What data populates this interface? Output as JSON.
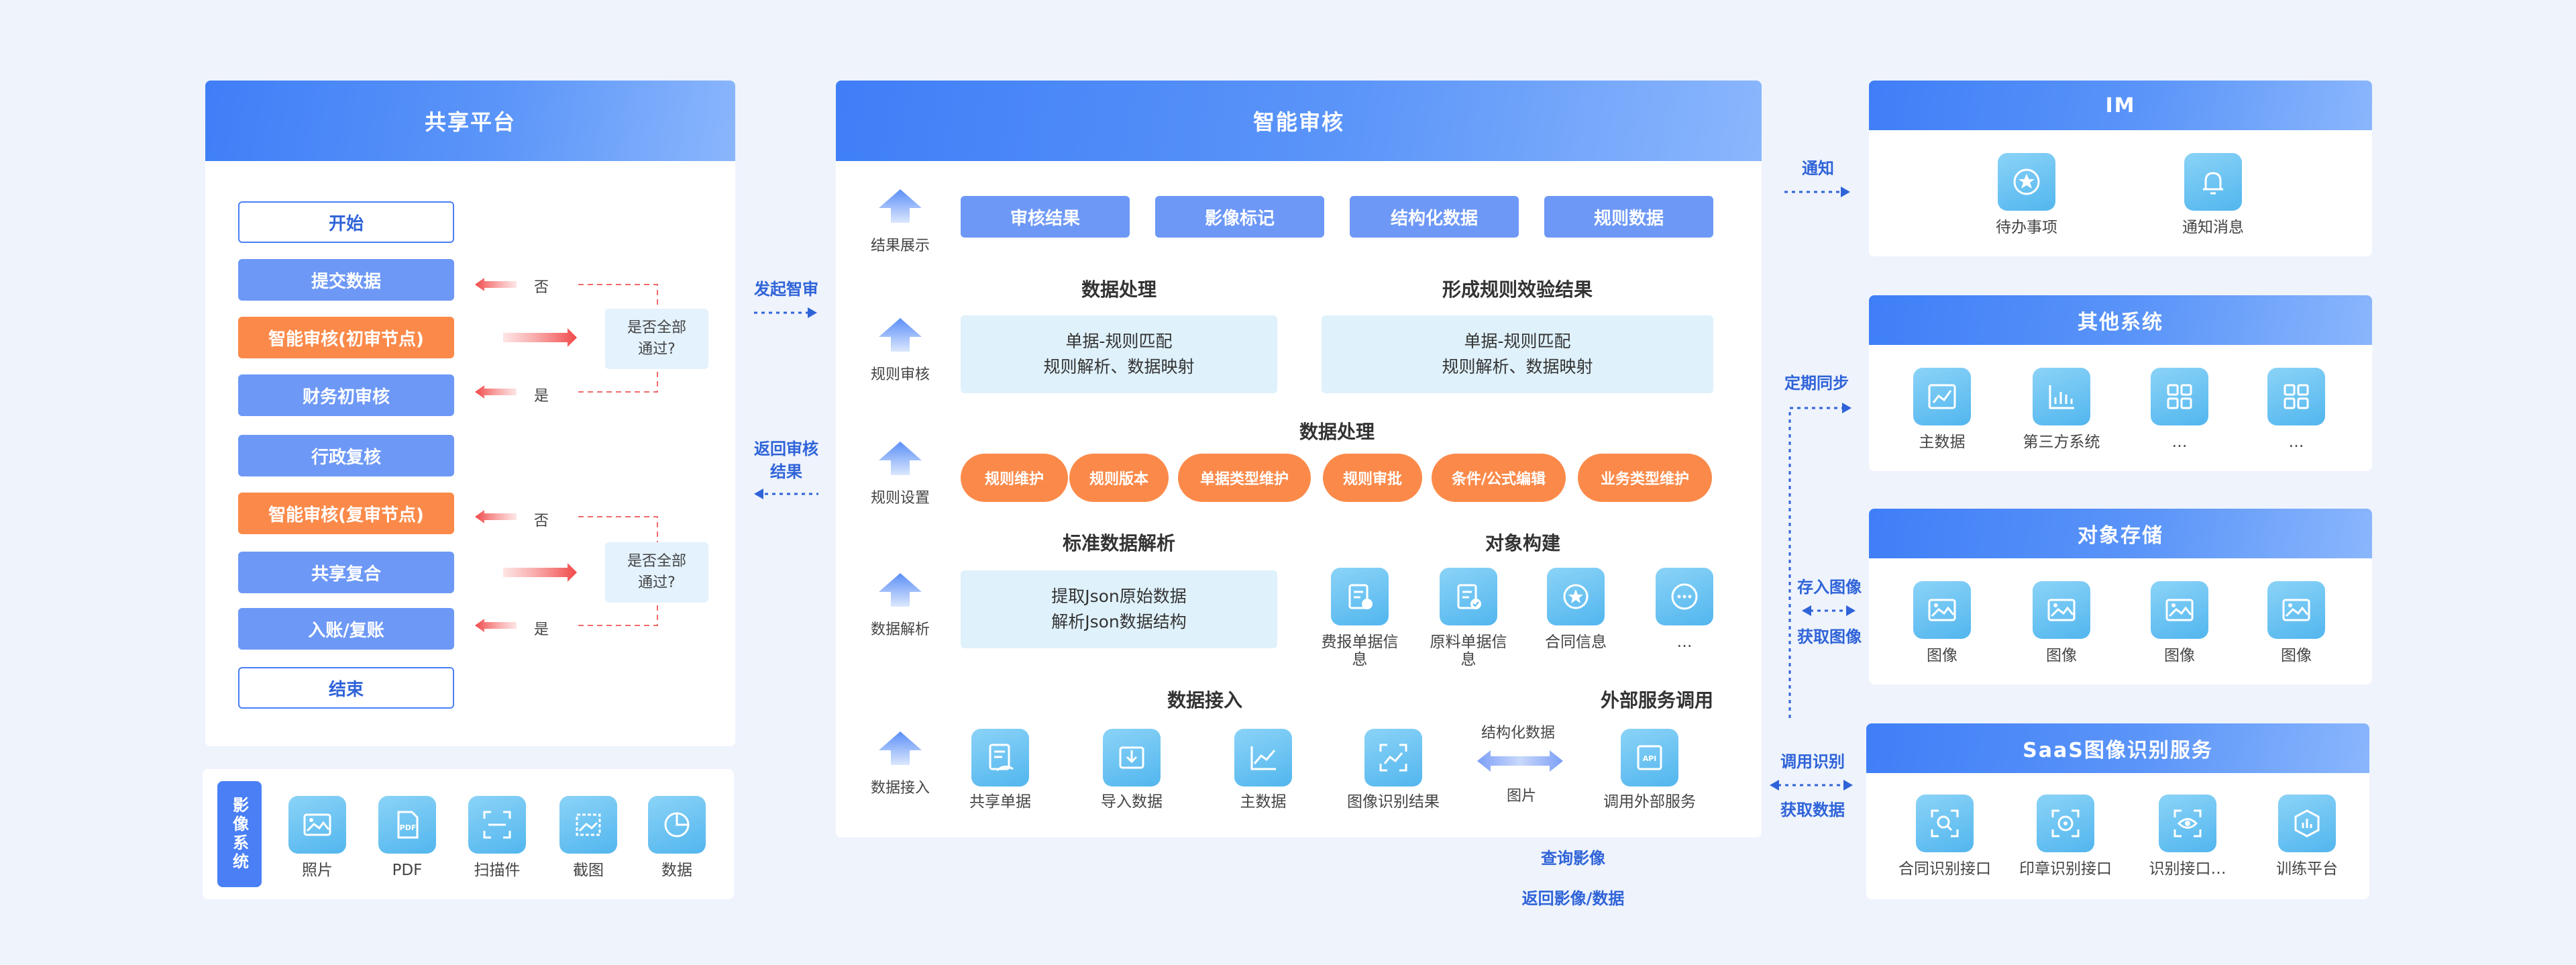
{
  "panels": {
    "share": {
      "title": "共享平台"
    },
    "audit": {
      "title": "智能审核"
    },
    "im": {
      "title": "IM"
    },
    "other": {
      "title": "其他系统"
    },
    "storage": {
      "title": "对象存储"
    },
    "saas": {
      "title": "SaaS图像识别服务"
    }
  },
  "flow": {
    "start": "开始",
    "submit": "提交数据",
    "ai_first": "智能审核(初审节点)",
    "fin_first": "财务初审核",
    "admin_review": "行政复核",
    "ai_second": "智能审核(复审节点)",
    "share_review": "共享复合",
    "posting": "入账/复账",
    "end": "结束",
    "no1": "否",
    "yes1": "是",
    "no2": "否",
    "yes2": "是",
    "decision1": [
      "是否全部",
      "通过?"
    ],
    "decision2": [
      "是否全部",
      "通过?"
    ]
  },
  "image_system": {
    "label": "影像系统",
    "items": [
      {
        "label": "照片",
        "icon": "photo-icon"
      },
      {
        "label": "PDF",
        "icon": "pdf-icon"
      },
      {
        "label": "扫描件",
        "icon": "scan-icon"
      },
      {
        "label": "截图",
        "icon": "screenshot-icon"
      },
      {
        "label": "数据",
        "icon": "pie-chart-icon"
      }
    ]
  },
  "connectors": {
    "launch": "发起智审",
    "return_result": [
      "返回审核",
      "结果"
    ],
    "notify": "通知",
    "sync": "定期同步",
    "store": "存入图像",
    "fetch_img": "获取图像",
    "call_ocr": "调用识别",
    "fetch_data": "获取数据",
    "query_img": "查询影像",
    "return_img": "返回影像/数据"
  },
  "audit": {
    "rows": [
      "结果展示",
      "规则审核",
      "规则设置",
      "数据解析",
      "数据接入"
    ],
    "results": [
      "审核结果",
      "影像标记",
      "结构化数据",
      "规则数据"
    ],
    "proc_title": "数据处理",
    "rule_result_title": "形成规则效验结果",
    "proc_box": [
      "单据-规则匹配",
      "规则解析、数据映射"
    ],
    "rule_box": [
      "单据-规则匹配",
      "规则解析、数据映射"
    ],
    "settings_title": "数据处理",
    "settings": [
      "规则维护",
      "规则版本",
      "单据类型维护",
      "规则审批",
      "条件/公式编辑",
      "业务类型维护"
    ],
    "parse_title": "标准数据解析",
    "parse_box": [
      "提取Json原始数据",
      "解析Json数据结构"
    ],
    "object_title": "对象构建",
    "objects": [
      {
        "label": "费报单据信息",
        "icon": "expense-doc-icon"
      },
      {
        "label": "原料单据信息",
        "icon": "material-doc-icon"
      },
      {
        "label": "合同信息",
        "icon": "contract-icon"
      },
      {
        "label": "…",
        "icon": "more-icon"
      }
    ],
    "ingest_title": "数据接入",
    "ingest": [
      {
        "label": "共享单据",
        "icon": "share-doc-icon"
      },
      {
        "label": "导入数据",
        "icon": "import-icon"
      },
      {
        "label": "主数据",
        "icon": "chart-icon"
      },
      {
        "label": "图像识别结果",
        "icon": "image-recog-icon"
      }
    ],
    "external_title": "外部服务调用",
    "structured": "结构化数据",
    "picture": "图片",
    "external": {
      "label": "调用外部服务",
      "icon": "api-icon"
    }
  },
  "im_items": [
    {
      "label": "待办事项",
      "icon": "star-badge-icon"
    },
    {
      "label": "通知消息",
      "icon": "bell-icon"
    }
  ],
  "other_items": [
    {
      "label": "主数据",
      "icon": "line-chart-icon"
    },
    {
      "label": "第三方系统",
      "icon": "bar-chart-icon"
    },
    {
      "label": "…",
      "icon": "grid-icon"
    },
    {
      "label": "…",
      "icon": "grid-icon"
    }
  ],
  "storage_items": [
    {
      "label": "图像",
      "icon": "image-icon"
    },
    {
      "label": "图像",
      "icon": "image-icon"
    },
    {
      "label": "图像",
      "icon": "image-icon"
    },
    {
      "label": "图像",
      "icon": "image-icon"
    }
  ],
  "saas_items": [
    {
      "label": "合同识别接口",
      "icon": "search-doc-icon"
    },
    {
      "label": "印章识别接口",
      "icon": "seal-icon"
    },
    {
      "label": "识别接口…",
      "icon": "eye-icon"
    },
    {
      "label": "训练平台",
      "icon": "hexagon-chart-icon"
    }
  ],
  "colors": {
    "header": "#4a84f6",
    "blue_button": "#6d98f6",
    "orange_button": "#fb8a4a",
    "icon_tile": "#5ebbef",
    "connector_text": "#2f63d8",
    "light_box": "#dff1fb"
  }
}
